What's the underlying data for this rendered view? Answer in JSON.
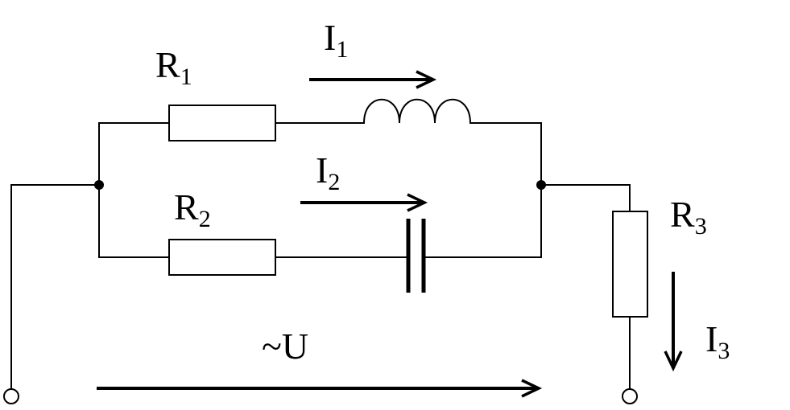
{
  "labels": {
    "r1": {
      "main": "R",
      "sub": "1"
    },
    "r2": {
      "main": "R",
      "sub": "2"
    },
    "r3": {
      "main": "R",
      "sub": "3"
    },
    "i1": {
      "main": "I",
      "sub": "1"
    },
    "i2": {
      "main": "I",
      "sub": "2"
    },
    "i3": {
      "main": "I",
      "sub": "3"
    },
    "voltage": "~U"
  }
}
